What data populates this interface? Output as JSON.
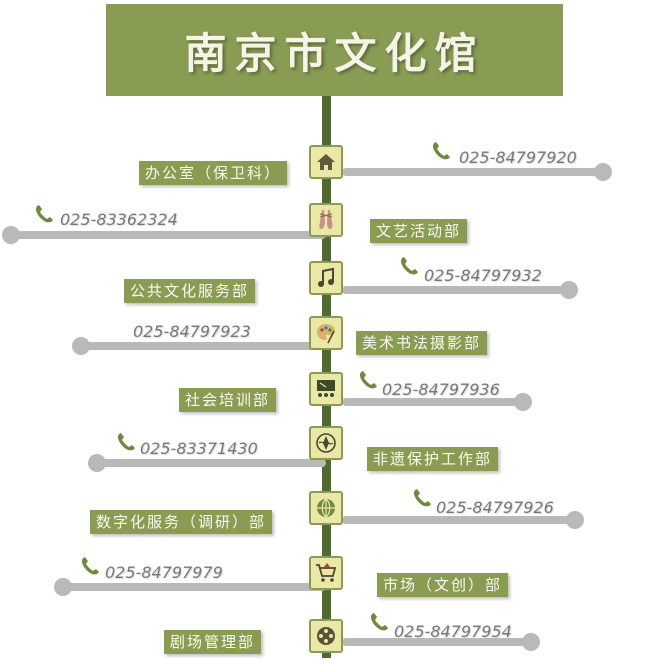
{
  "title": "南京市文化馆",
  "departments": [
    {
      "name": "办公室（保卫科）",
      "phone": "025-84797920",
      "icon": "house-icon"
    },
    {
      "name": "文艺活动部",
      "phone": "025-83362324",
      "icon": "ballet-shoes-icon"
    },
    {
      "name": "公共文化服务部",
      "phone": "025-84797932",
      "icon": "music-note-icon"
    },
    {
      "name": "美术书法摄影部",
      "phone": "025-84797923",
      "icon": "palette-icon"
    },
    {
      "name": "社会培训部",
      "phone": "025-84797936",
      "icon": "classroom-icon"
    },
    {
      "name": "非遗保护工作部",
      "phone": "025-83371430",
      "icon": "heritage-emblem-icon"
    },
    {
      "name": "数字化服务（调研）部",
      "phone": "025-84797926",
      "icon": "globe-icon"
    },
    {
      "name": "市场（文创）部",
      "phone": "025-84797979",
      "icon": "shopping-cart-icon"
    },
    {
      "name": "剧场管理部",
      "phone": "025-84797954",
      "icon": "film-reel-icon"
    }
  ],
  "colors": {
    "title_bg": "#899c54",
    "label_bg": "#8a9c52",
    "spine": "#4f6a2f",
    "icon_bg": "#eae7a7",
    "line": "#b9b9b9",
    "handset": "#6f8a3c"
  }
}
